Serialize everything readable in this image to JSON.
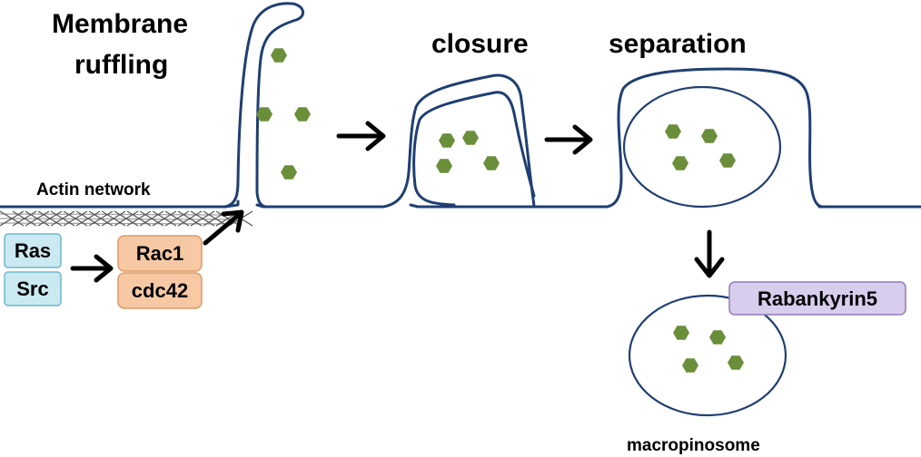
{
  "title_membrane_ruffling": [
    "Membrane",
    "ruffling"
  ],
  "label_closure": "closure",
  "label_separation": "separation",
  "label_actin_network": "Actin network",
  "label_macropinosome": "macropinosome",
  "boxes": {
    "ras": "Ras",
    "src": "Src",
    "rac1": "Rac1",
    "cdc42": "cdc42",
    "rabankyrin5": "Rabankyrin5"
  },
  "colors": {
    "membrane": "#1f3f73",
    "particle": "#6b8e3a",
    "ras_src_fill": "#cbe9f1",
    "ras_src_stroke": "#6fb7cf",
    "rac_cdc_fill": "#f6c9a4",
    "rac_cdc_stroke": "#dd9a66",
    "rabankyrin_fill": "#d9cdee",
    "rabankyrin_stroke": "#8f7bb9",
    "arrow": "#000000",
    "actin_mesh": "#555555"
  }
}
